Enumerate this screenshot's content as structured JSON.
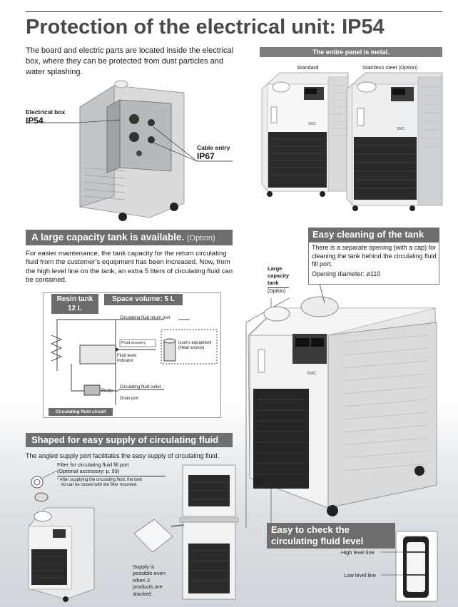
{
  "title": "Protection of the electrical unit: IP54",
  "intro": "The board and electric parts are located inside the electrical box, where they can be protected from dust particles and water splashing.",
  "elec_box": {
    "label": "Electrical box",
    "rating": "IP54"
  },
  "cable_entry": {
    "label": "Cable entry",
    "rating": "IP67"
  },
  "panel": {
    "banner": "The entire panel is metal.",
    "standard": "Standard",
    "stainless": "Stainless steel (Option)",
    "brand": "SMC"
  },
  "tank_section": {
    "header": "A large capacity tank is available.",
    "header_option": "(Option)",
    "text": "For easier maintenance, the tank capacity for the return circulating fluid from the customer's equipment has been increased. Now, from the high level line on the tank, an extra 5 liters of circulating fluid can be contained.",
    "resin_tank": "Resin tank",
    "resin_capacity": "12 L",
    "space_volume": "Space volume: 5 L",
    "diagram": {
      "return_port": "Circulating fluid return port",
      "fluid_recovery": "Fluid recovery",
      "users_equipment": "User's equipment (Heat source)",
      "level_indicator": "Fluid level indicator",
      "outlet": "Circulating fluid outlet",
      "pump": "Pump",
      "drain_port": "Drain port",
      "circuit": "Circulating fluid circuit"
    }
  },
  "cleaning": {
    "header": "Easy cleaning of the tank",
    "text": "There is a separate opening (with a cap) for cleaning the tank behind the circulating fluid fill port.",
    "diameter": "Opening diameter: ø110",
    "large_tank_1": "Large",
    "large_tank_2": "capacity",
    "large_tank_3": "tank",
    "large_tank_option": "(Option)"
  },
  "supply": {
    "header": "Shaped for easy supply of circulating fluid",
    "text": "The angled supply port facilitates the easy supply of circulating fluid.",
    "filter_1": "Filter for circulating fluid fill port",
    "filter_2": "(Optional accessory: p. 99)",
    "note_1": "*  After supplying the circulating fluid, the tank",
    "note_2": "lid can be closed with the filter mounted.",
    "stack_1": "Supply is",
    "stack_2": "possible even",
    "stack_3": "when 2",
    "stack_4": "products are",
    "stack_5": "stacked."
  },
  "level_check": {
    "header_1": "Easy to check the",
    "header_2": "circulating fluid level",
    "high": "High level line",
    "low": "Low level line"
  }
}
